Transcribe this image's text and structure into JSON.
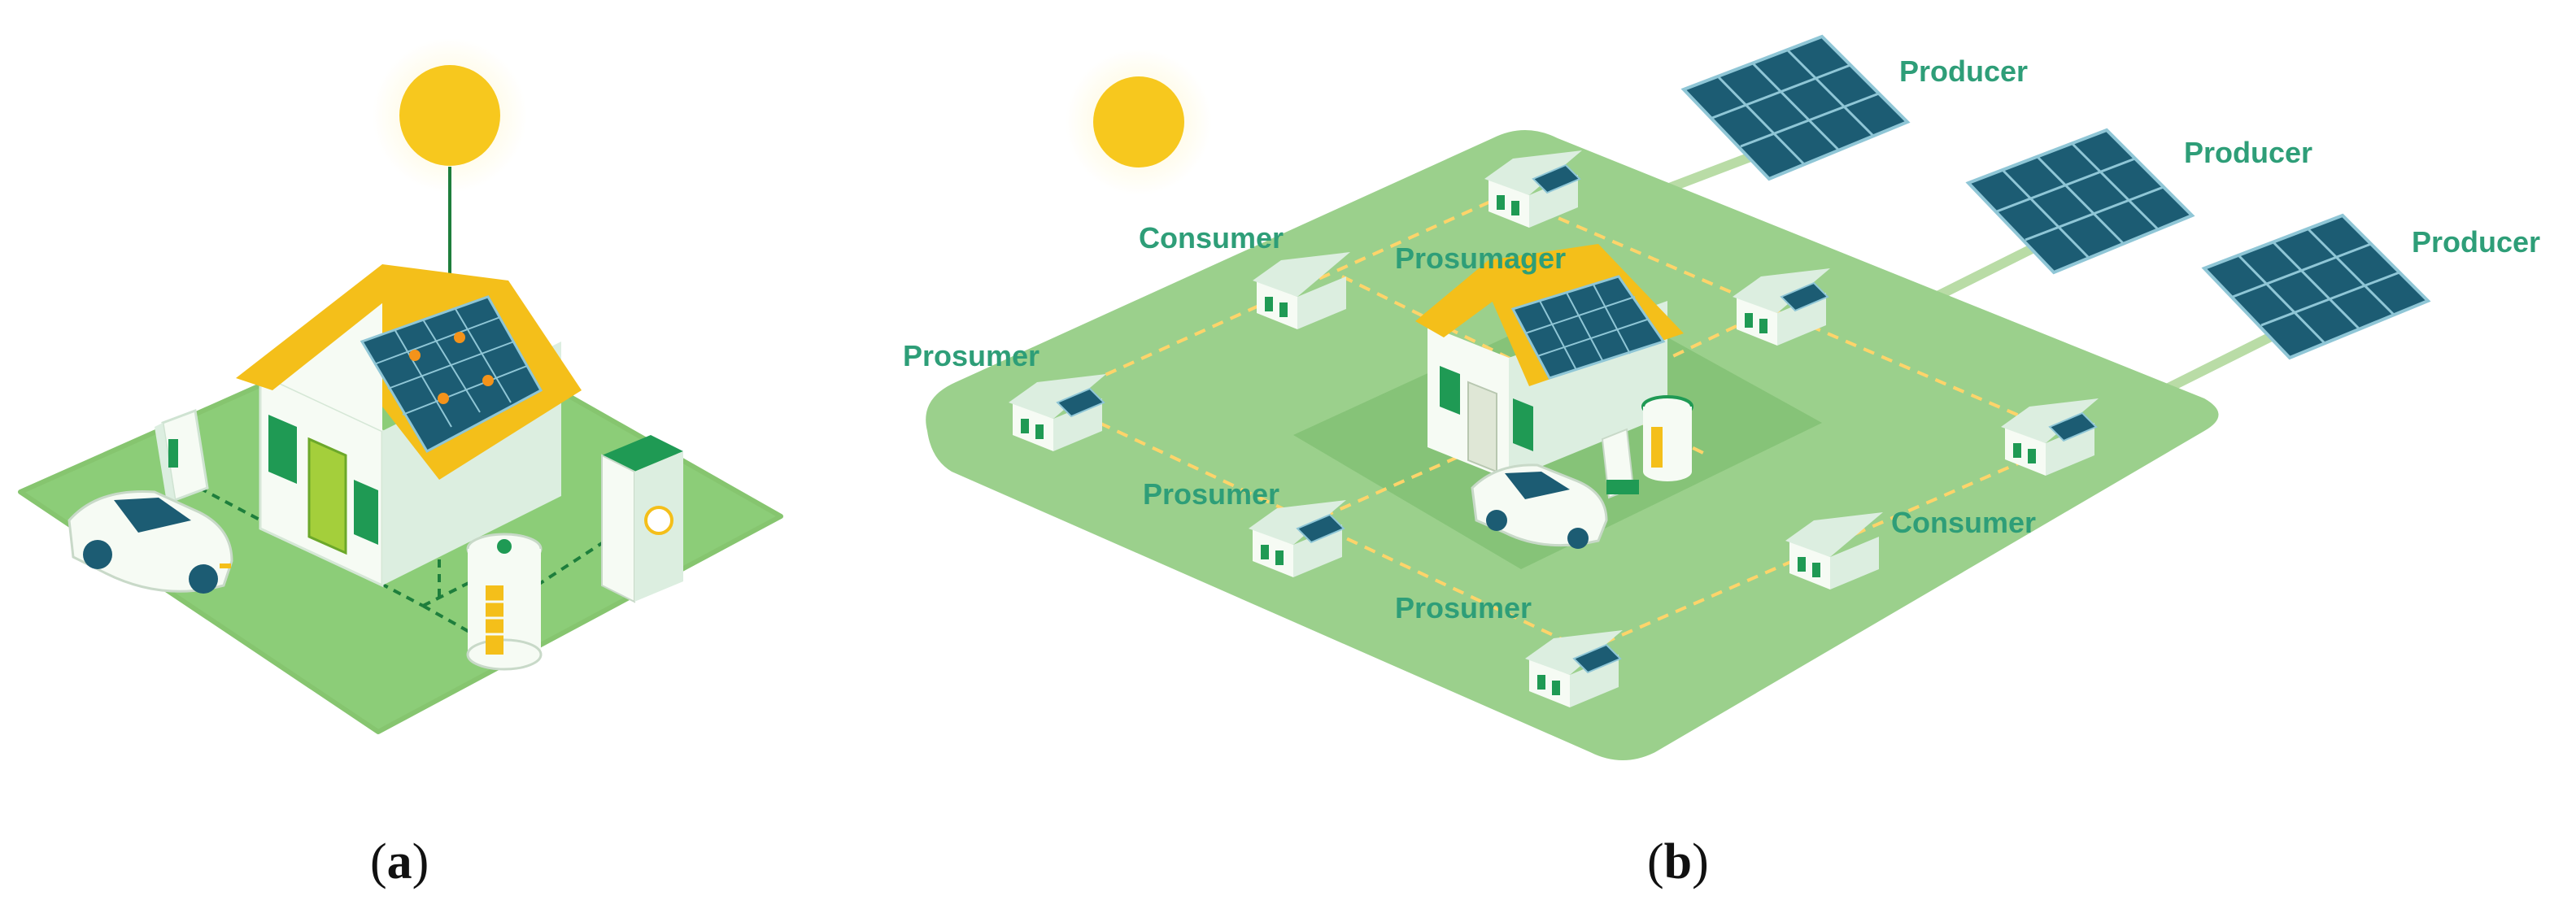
{
  "colors": {
    "ground": "#8ccd78",
    "ground_light": "#a9d89a",
    "ground_b": "#9bd08c",
    "ground_b_inner": "#86c378",
    "sun": "#f7c81e",
    "roof": "#f4bf1a",
    "wall": "#f6fbf4",
    "wall_shade": "#dceee0",
    "panel": "#1c5c73",
    "panel_grid": "#8fc6d6",
    "door": "#a4cf3b",
    "window": "#1f9a54",
    "line": "#1e7e3c",
    "link": "#d6e9a0",
    "label": "#2e9e78"
  },
  "panel_a": {
    "label_open": "(",
    "label_letter": "a",
    "label_close": ")"
  },
  "panel_b": {
    "label_open": "(",
    "label_letter": "b",
    "label_close": ")",
    "labels": {
      "producer_1": "Producer",
      "producer_2": "Producer",
      "producer_3": "Producer",
      "consumer_1": "Consumer",
      "consumer_2": "Consumer",
      "prosumager": "Prosumager",
      "prosumer_1": "Prosumer",
      "prosumer_2": "Prosumer",
      "prosumer_3": "Prosumer"
    }
  }
}
